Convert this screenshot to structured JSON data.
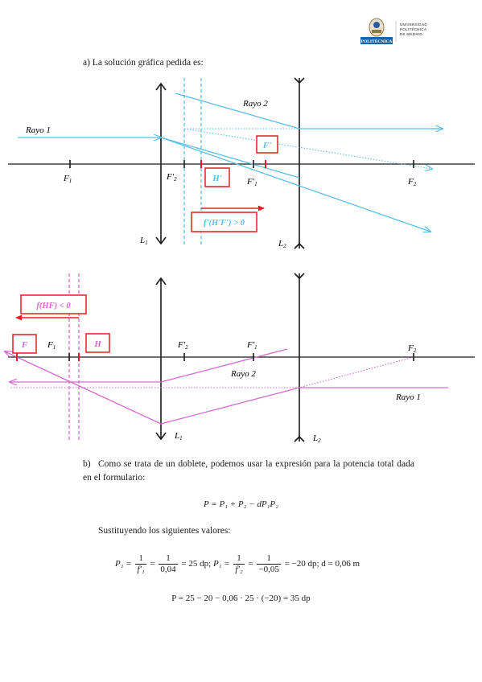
{
  "logo": {
    "university_lines": [
      "UNIVERSIDAD",
      "POLITÉCNICA",
      "DE MADRID"
    ],
    "badge": "POLITÉCNICA"
  },
  "section_a": {
    "text": "a)  La solución gráfica pedida es:"
  },
  "diagram1": {
    "ray1": "Rayo 1",
    "ray2": "Rayo 2",
    "f1": "F",
    "f1_sub": "1",
    "f2p": "F'",
    "f2p_sub": "2",
    "f1p": "F'",
    "f1p_sub": "1",
    "f2": "F",
    "f2_sub": "2",
    "lens1": "L",
    "lens1_sub": "1",
    "lens2": "L",
    "lens2_sub": "2",
    "box_fp": "F'",
    "box_hp": "H'",
    "box_focal": "f'(H'F') > 0"
  },
  "diagram2": {
    "ray1": "Rayo 1",
    "ray2": "Rayo 2",
    "f1": "F",
    "f1_sub": "1",
    "f2p": "F'",
    "f2p_sub": "2",
    "f1p": "F'",
    "f1p_sub": "1",
    "f2": "F",
    "f2_sub": "2",
    "lens1": "L",
    "lens1_sub": "1",
    "lens2": "L",
    "lens2_sub": "2",
    "box_f": "F",
    "box_h": "H",
    "box_focal": "f(HF) < 0"
  },
  "section_b": {
    "label": "b)",
    "text": "Como se trata de un doblete, podemos usar la expresión para la potencia total dada en el formulario:"
  },
  "formula1": "P = P₁ + P₂ − dP₁P₂",
  "substitute": "Sustituyendo los siguientes valores:",
  "formula2": {
    "p1_lhs": "P₁ =",
    "p1_num": "1",
    "p1_den": "f'₁",
    "p1_eq": "=",
    "p1_num2": "1",
    "p1_den2": "0,04",
    "p1_res": "= 25 dp;",
    "p2_lhs": "P₁ =",
    "p2_num": "1",
    "p2_den": "f'₂",
    "p2_eq": "=",
    "p2_num2": "1",
    "p2_den2": "−0,05",
    "p2_res": "= −20 dp; d = 0,06 m"
  },
  "formula3": "P = 25 − 20 − 0,06 · 25 · (−20) = 35 dp",
  "colors": {
    "cyan": "#5bbfe6",
    "magenta": "#d46ad0",
    "red": "#e02020",
    "black": "#1a1a1a"
  }
}
